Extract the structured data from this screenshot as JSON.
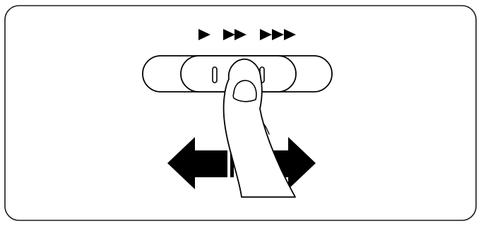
{
  "figure": {
    "subject": "speed-control-slide-switch",
    "speed_settings": [
      {
        "level": "slow",
        "arrow_count": 1
      },
      {
        "level": "medium",
        "arrow_count": 2
      },
      {
        "level": "fast",
        "arrow_count": 3
      }
    ],
    "action": "slide-left-or-right",
    "colors": {
      "ink": "#000000",
      "paper": "#ffffff",
      "panel_border": "#1a1a1a"
    }
  }
}
